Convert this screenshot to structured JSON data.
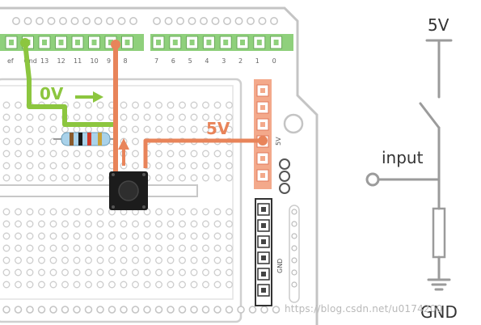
{
  "board": {
    "pin_labels": [
      "ef",
      "Gnd",
      "13",
      "12",
      "11",
      "10",
      "9",
      "8",
      "7",
      "6",
      "5",
      "4",
      "3",
      "2",
      "1",
      "0"
    ],
    "power_header_label": "5V",
    "ground_header_label": "GND"
  },
  "wires": {
    "ground_wire_label": "0V",
    "power_wire_label": "5V",
    "ground_color": "#8cc63f",
    "power_color": "#e8845a"
  },
  "schematic": {
    "supply_label": "5V",
    "input_label": "input",
    "ground_label": "GND"
  },
  "watermark": "https://blog.csdn.net/u0174200"
}
